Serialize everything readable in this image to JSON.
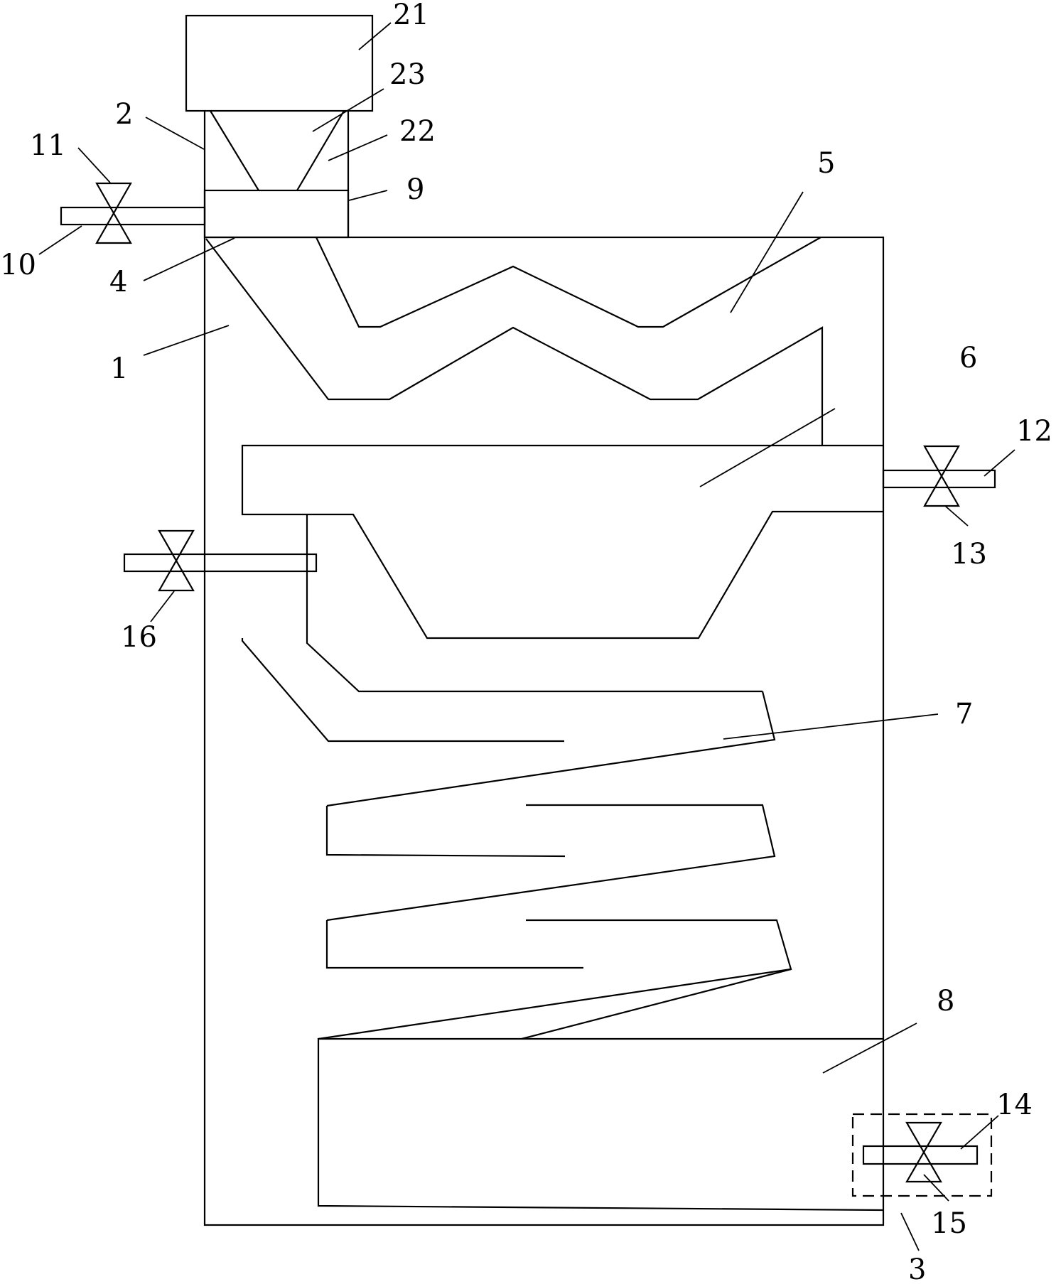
{
  "labels": {
    "l1": "1",
    "l2": "2",
    "l3": "3",
    "l4": "4",
    "l5": "5",
    "l6": "6",
    "l7": "7",
    "l8": "8",
    "l9": "9",
    "l10": "10",
    "l11": "11",
    "l12": "12",
    "l13": "13",
    "l14": "14",
    "l15": "15",
    "l16": "16",
    "l21": "21",
    "l22": "22",
    "l23": "23"
  }
}
